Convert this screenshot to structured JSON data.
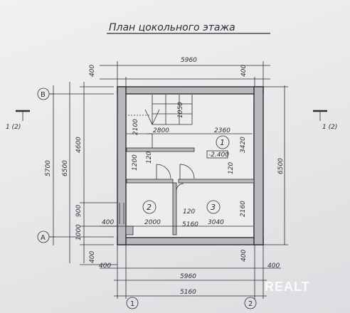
{
  "title": "План цокольного этажа",
  "dims": {
    "top_total": "5960",
    "top_left_400": "400",
    "top_right_400": "400",
    "left_400_top": "400",
    "left_4600": "4600",
    "left_5700": "5700",
    "left_6500": "6500",
    "left_900": "900",
    "left_1000": "1000",
    "left_400_bottom": "400",
    "right_6500": "6500",
    "right_400_top": "400",
    "right_400_bottom": "400",
    "stair_2800": "2800",
    "room_2360": "2360",
    "stair_2100": "2100",
    "stair_1050": "1050",
    "room_3420": "3420",
    "corr_1200": "1200",
    "corr_120_a": "120",
    "corr_120_b": "120",
    "room_2160": "2160",
    "wall_120_c": "120",
    "room2_2000": "2000",
    "room3_3040": "3040",
    "left_400_mid": "400",
    "bottom_400_left": "400",
    "bottom_400_right": "400",
    "bottom_5960": "5960",
    "bottom_5160": "5160",
    "inner_5160": "5160"
  },
  "rooms": {
    "r1": "1",
    "r2": "2",
    "r3": "3",
    "level": "-2.400"
  },
  "axes": {
    "b": "B",
    "a": "A",
    "one": "1",
    "two": "2",
    "section_left": "1 (2)",
    "section_right": "1 (2)"
  },
  "watermark": "REALT"
}
